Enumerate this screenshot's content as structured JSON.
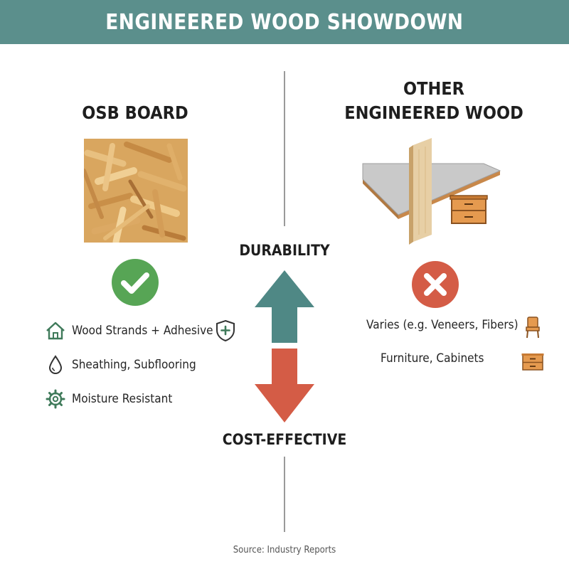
{
  "header": {
    "title": "ENGINEERED WOOD SHOWDOWN"
  },
  "left": {
    "title": "OSB BOARD",
    "image_icon": "osb-board-texture",
    "status_icon": "check-icon",
    "features": [
      {
        "icon": "house-icon",
        "label": "Wood Strands + Adhesive"
      },
      {
        "icon": "droplet-icon",
        "label": "Sheathing, Subflooring"
      },
      {
        "icon": "gear-icon",
        "label": "Moisture Resistant"
      }
    ],
    "extra_icon": "shield-plus-icon"
  },
  "right": {
    "title_line1": "OTHER",
    "title_line2": "ENGINEERED WOOD",
    "image_icon": "plywood-panels-with-cabinet",
    "status_icon": "cross-icon",
    "features": [
      {
        "icon": "chair-icon",
        "label": "Varies (e.g. Veneers, Fibers)"
      },
      {
        "icon": "cabinet-icon",
        "label": "Furniture, Cabinets"
      }
    ]
  },
  "center": {
    "top_label": "DURABILITY",
    "bottom_label": "COST-EFFECTIVE"
  },
  "footer": {
    "source": "Source: Industry Reports"
  },
  "colors": {
    "banner": "#5b8f8c",
    "up_arrow": "#4f8885",
    "down_arrow": "#d45c46",
    "check": "#57a555",
    "cross": "#d45c46",
    "icon_green": "#3f7a5a"
  }
}
